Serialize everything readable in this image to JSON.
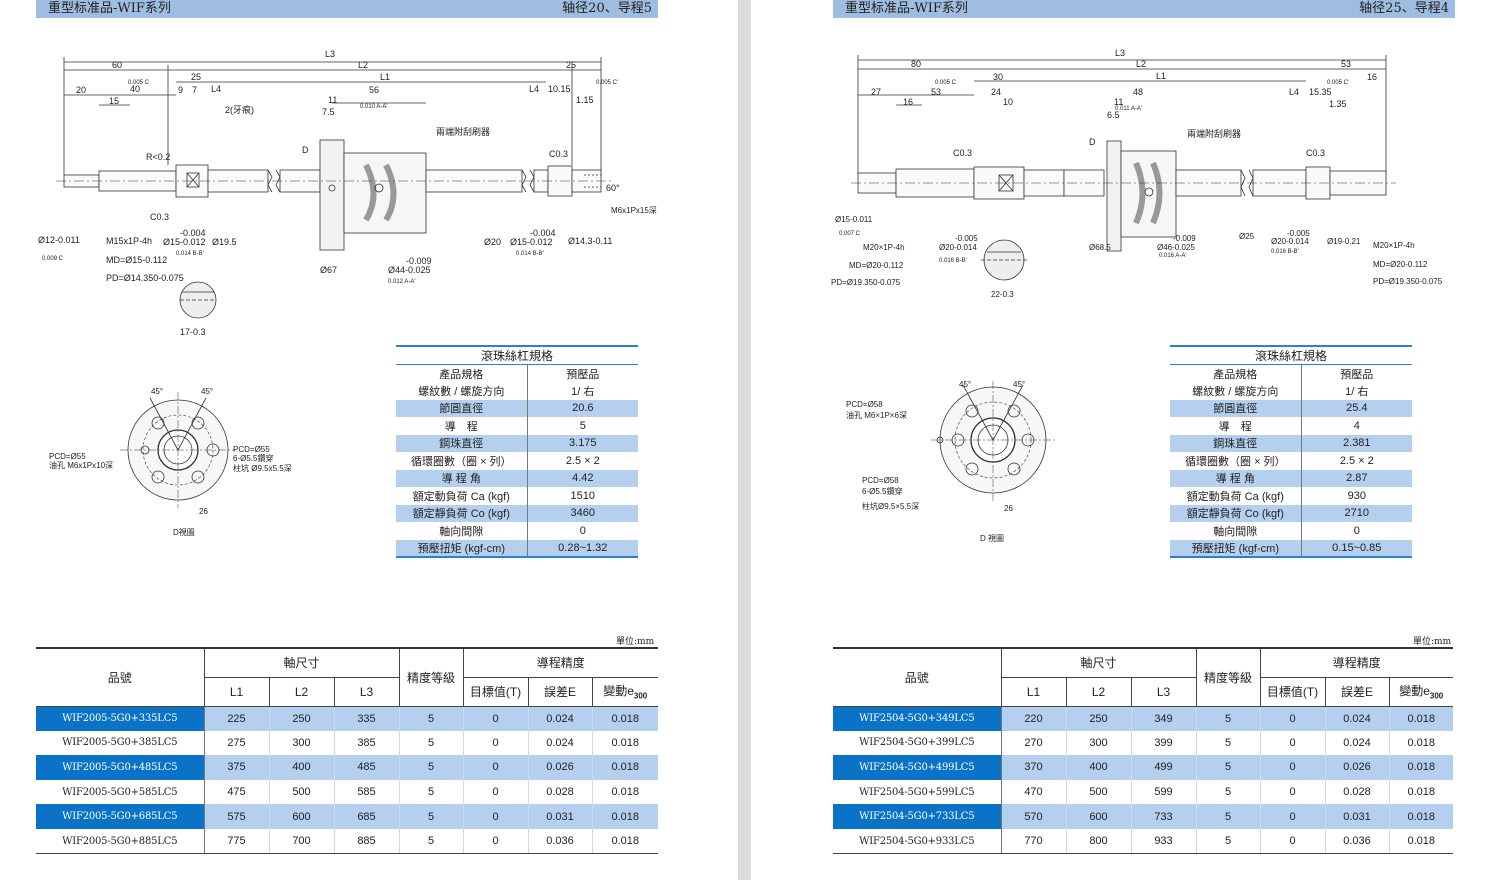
{
  "pages": [
    {
      "header": {
        "title": "重型标准品-WIF系列",
        "subtitle": "轴径20、导程5"
      },
      "drawing": {
        "dims": {
          "L3": "L3",
          "L2": "L2",
          "L1": "L1",
          "d60": "60",
          "d25a": "25",
          "d25b": "25",
          "d20": "20",
          "d40": "40",
          "d15": "15",
          "d9": "9",
          "d7": "7",
          "L4a": "L4",
          "d56": "56",
          "d11": "11",
          "d7_5": "7.5",
          "L4b": "L4",
          "d10_15": "10.15",
          "d1_15": "1.15"
        },
        "notes": {
          "yahen": "2(牙痕)",
          "wiper": "兩端附刮刷器",
          "D": "D",
          "R": "R<0.2",
          "C03a": "C0.3",
          "C03b": "C0.3",
          "deg60": "60°",
          "m6": "M6x1Px15深",
          "tol1": "0.005 C",
          "tol2": "0.005 C'",
          "tol3": "0.010 A-A'",
          "tol4": "0.014 B-B'",
          "tol5": "0.014 B-B'",
          "tol6": "0.012 A-A'",
          "tol7": "0.009 C"
        },
        "callouts": {
          "a1": "Ø12-0.011",
          "a2": "M15x1P-4h",
          "a3": "MD=Ø15-0.112",
          "a4": "PD=Ø14.350-0.075",
          "a5": "-0.004",
          "a6": "Ø15-0.012",
          "a7": "Ø19.5",
          "a8": "Ø67",
          "a9": "-0.009",
          "a10": "Ø44-0.025",
          "a11": "Ø20",
          "a12": "-0.004",
          "a13": "Ø15-0.012",
          "a14": "Ø14.3-0.11",
          "a15": "17-0.3"
        },
        "flange": {
          "ang1": "45°",
          "ang2": "45°",
          "pcd1": "PCD=Ø55",
          "oil": "油孔 M6x1Px10深",
          "pcd2": "PCD=Ø55",
          "holes": "6-Ø5.5鑽穿",
          "cbore": "柱坑 Ø9.5x5.5深",
          "w26": "26",
          "view": "D視圖"
        }
      },
      "spec": {
        "caption": "滾珠絲杠規格",
        "rows": [
          {
            "k": "產品規格",
            "v": "預壓品"
          },
          {
            "k": "螺紋數 / 螺旋方向",
            "v": "1/ 右"
          },
          {
            "k": "節圓直徑",
            "v": "20.6"
          },
          {
            "k": "導　程",
            "v": "5"
          },
          {
            "k": "鋼珠直徑",
            "v": "3.175"
          },
          {
            "k": "循環圈數（圈 × 列）",
            "v": "2.5 × 2"
          },
          {
            "k": "導 程 角",
            "v": "4.42"
          },
          {
            "k": "額定動負荷 Ca (kgf)",
            "v": "1510"
          },
          {
            "k": "額定靜負荷 Co (kgf)",
            "v": "3460"
          },
          {
            "k": "軸向間隙",
            "v": "0"
          },
          {
            "k": "預壓扭矩 (kgf-cm)",
            "v": "0.28~1.32"
          }
        ]
      },
      "table": {
        "unit": "單位:mm",
        "h": {
          "part": "品號",
          "shaft": "軸尺寸",
          "grade": "精度等級",
          "lead": "導程精度",
          "L1": "L1",
          "L2": "L2",
          "L3": "L3",
          "T": "目標值(T)",
          "E": "誤差E",
          "V": "變動e",
          "Vsub": "300"
        },
        "rows": [
          [
            "WIF2005-5G0+335LC5",
            "225",
            "250",
            "335",
            "5",
            "0",
            "0.024",
            "0.018"
          ],
          [
            "WIF2005-5G0+385LC5",
            "275",
            "300",
            "385",
            "5",
            "0",
            "0.024",
            "0.018"
          ],
          [
            "WIF2005-5G0+485LC5",
            "375",
            "400",
            "485",
            "5",
            "0",
            "0.026",
            "0.018"
          ],
          [
            "WIF2005-5G0+585LC5",
            "475",
            "500",
            "585",
            "5",
            "0",
            "0.028",
            "0.018"
          ],
          [
            "WIF2005-5G0+685LC5",
            "575",
            "600",
            "685",
            "5",
            "0",
            "0.031",
            "0.018"
          ],
          [
            "WIF2005-5G0+885LC5",
            "775",
            "700",
            "885",
            "5",
            "0",
            "0.036",
            "0.018"
          ]
        ]
      }
    },
    {
      "header": {
        "title": "重型标准品-WIF系列",
        "subtitle": "轴径25、导程4"
      },
      "drawing": {
        "dims": {
          "L3": "L3",
          "L2": "L2",
          "L1": "L1",
          "d80": "80",
          "d53a": "53",
          "d27": "27",
          "d30": "30",
          "d53b": "53",
          "d16a": "16",
          "d24": "24",
          "d10": "10",
          "d48": "48",
          "d11": "11",
          "d6_5": "6.5",
          "L4": "L4",
          "d15_35": "15.35",
          "d1_35": "1.35",
          "d16b": "16"
        },
        "notes": {
          "wiper": "兩端附刮刷器",
          "D": "D",
          "C03a": "C0.3",
          "C03b": "C0.3",
          "tol1": "0.005 C",
          "tol2": "0.005 C'",
          "tol3": "0.011 A-A'",
          "tol4": "0.007 C",
          "tol5": "0.016 B-B'",
          "tol6": "0.016 A-A'",
          "tol7": "0.016 B-B'"
        },
        "callouts": {
          "a1": "Ø15-0.011",
          "a2": "M20×1P-4h",
          "a3": "MD=Ø20-0.112",
          "a4": "PD=Ø19.350-0.075",
          "a5": "-0.005",
          "a6": "Ø20-0.014",
          "a7": "Ø68.5",
          "a8": "-0.009",
          "a9": "Ø46-0.025",
          "a10": "Ø25",
          "a11": "-0.005",
          "a12": "Ø20-0.014",
          "a13": "Ø19-0.21",
          "a14": "M20×1P-4h",
          "a15": "MD=Ø20-0.112",
          "a16": "PD=Ø19.350-0.075",
          "a17": "22-0.3"
        },
        "flange": {
          "ang1": "45°",
          "ang2": "45°",
          "pcd1": "PCD=Ø58",
          "oil": "油孔 M6×1P×6深",
          "pcd2": "PCD=Ø58",
          "holes": "6-Ø5.5鑽穿",
          "cbore": "柱坑Ø9.5×5.5深",
          "w26": "26",
          "view": "D 視圖"
        }
      },
      "spec": {
        "caption": "滾珠絲杠規格",
        "rows": [
          {
            "k": "產品規格",
            "v": "預壓品"
          },
          {
            "k": "螺紋數 / 螺旋方向",
            "v": "1/ 右"
          },
          {
            "k": "節圓直徑",
            "v": "25.4"
          },
          {
            "k": "導　程",
            "v": "4"
          },
          {
            "k": "鋼珠直徑",
            "v": "2.381"
          },
          {
            "k": "循環圈數（圈 × 列）",
            "v": "2.5 × 2"
          },
          {
            "k": "導 程 角",
            "v": "2.87"
          },
          {
            "k": "額定動負荷 Ca (kgf)",
            "v": "930"
          },
          {
            "k": "額定靜負荷 Co (kgf)",
            "v": "2710"
          },
          {
            "k": "軸向間隙",
            "v": "0"
          },
          {
            "k": "預壓扭矩 (kgf-cm)",
            "v": "0.15~0.85"
          }
        ]
      },
      "table": {
        "unit": "單位:mm",
        "h": {
          "part": "品號",
          "shaft": "軸尺寸",
          "grade": "精度等級",
          "lead": "導程精度",
          "L1": "L1",
          "L2": "L2",
          "L3": "L3",
          "T": "目標值(T)",
          "E": "誤差E",
          "V": "變動e",
          "Vsub": "300"
        },
        "rows": [
          [
            "WIF2504-5G0+349LC5",
            "220",
            "250",
            "349",
            "5",
            "0",
            "0.024",
            "0.018"
          ],
          [
            "WIF2504-5G0+399LC5",
            "270",
            "300",
            "399",
            "5",
            "0",
            "0.024",
            "0.018"
          ],
          [
            "WIF2504-5G0+499LC5",
            "370",
            "400",
            "499",
            "5",
            "0",
            "0.026",
            "0.018"
          ],
          [
            "WIF2504-5G0+599LC5",
            "470",
            "500",
            "599",
            "5",
            "0",
            "0.028",
            "0.018"
          ],
          [
            "WIF2504-5G0+733LC5",
            "570",
            "600",
            "733",
            "5",
            "0",
            "0.031",
            "0.018"
          ],
          [
            "WIF2504-5G0+933LC5",
            "770",
            "800",
            "933",
            "5",
            "0",
            "0.036",
            "0.018"
          ]
        ]
      }
    }
  ]
}
